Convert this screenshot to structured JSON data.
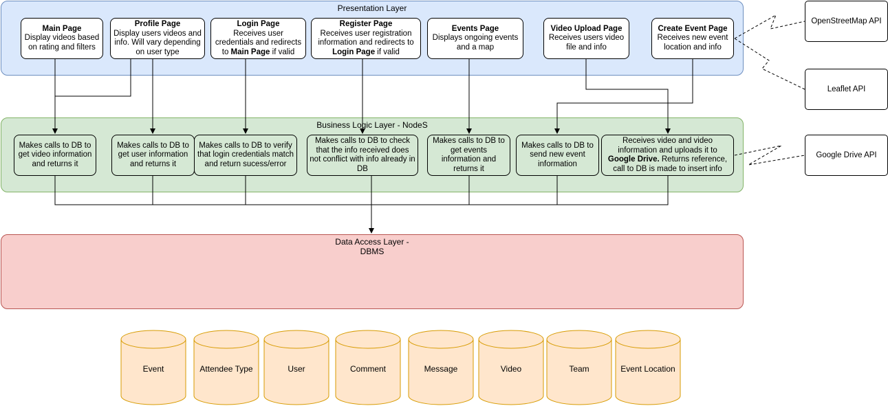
{
  "layers": {
    "presentation": "Presentation Layer",
    "business": "Business Logic Layer - NodeS",
    "data_access": "Data Access Layer -\nDBMS"
  },
  "pages": {
    "main": {
      "title": "Main Page",
      "desc": "Display videos based on rating and filters"
    },
    "profile": {
      "title": "Profile Page",
      "desc": "Display users videos and info. Will vary depending on user type"
    },
    "login": {
      "title": "Login Page",
      "desc_a": "Receives user credentials and redirects to ",
      "desc_b": "Main Page",
      "desc_c": " if valid"
    },
    "register": {
      "title": "Register Page",
      "desc_a": "Receives user registration information and redirects to ",
      "desc_b": "Login Page",
      "desc_c": "  if valid"
    },
    "events": {
      "title": "Events Page",
      "desc": "Displays ongoing events and a map"
    },
    "video_upload": {
      "title": "Video Upload Page",
      "desc": "Receives users video file and info"
    },
    "create_event": {
      "title": "Create Event Page",
      "desc": "Receives new event location and info"
    }
  },
  "logic": {
    "main": "Makes calls to DB to get video information and returns it",
    "profile": "Makes calls to DB to get user information and returns it",
    "login": "Makes calls to DB to verify that login credentials match and return sucess/error",
    "register": "Makes calls to DB to check that the info received does not conflict with info already in DB",
    "events": "Makes calls to DB to get events information and returns it",
    "create_event": "Makes calls to DB to send new event information",
    "upload_a": "Receives video and video information and uploads it to ",
    "upload_b": "Google Drive.",
    "upload_c": " Returns reference, call to DB is made to insert info"
  },
  "apis": {
    "osm": "OpenStreetMap API",
    "leaflet": "Leaflet API",
    "gdrive": "Google Drive API"
  },
  "tables": [
    "Event",
    "Attendee Type",
    "User",
    "Comment",
    "Message",
    "Video",
    "Team",
    "Event Location"
  ],
  "colors": {
    "presentation_fill": "#dae8fc",
    "presentation_stroke": "#6c8ebf",
    "business_fill": "#d5e8d4",
    "business_stroke": "#82b366",
    "data_fill": "#f8cecc",
    "data_stroke": "#b85450",
    "cyl_fill": "#ffe6cc",
    "cyl_stroke": "#d79b00"
  }
}
